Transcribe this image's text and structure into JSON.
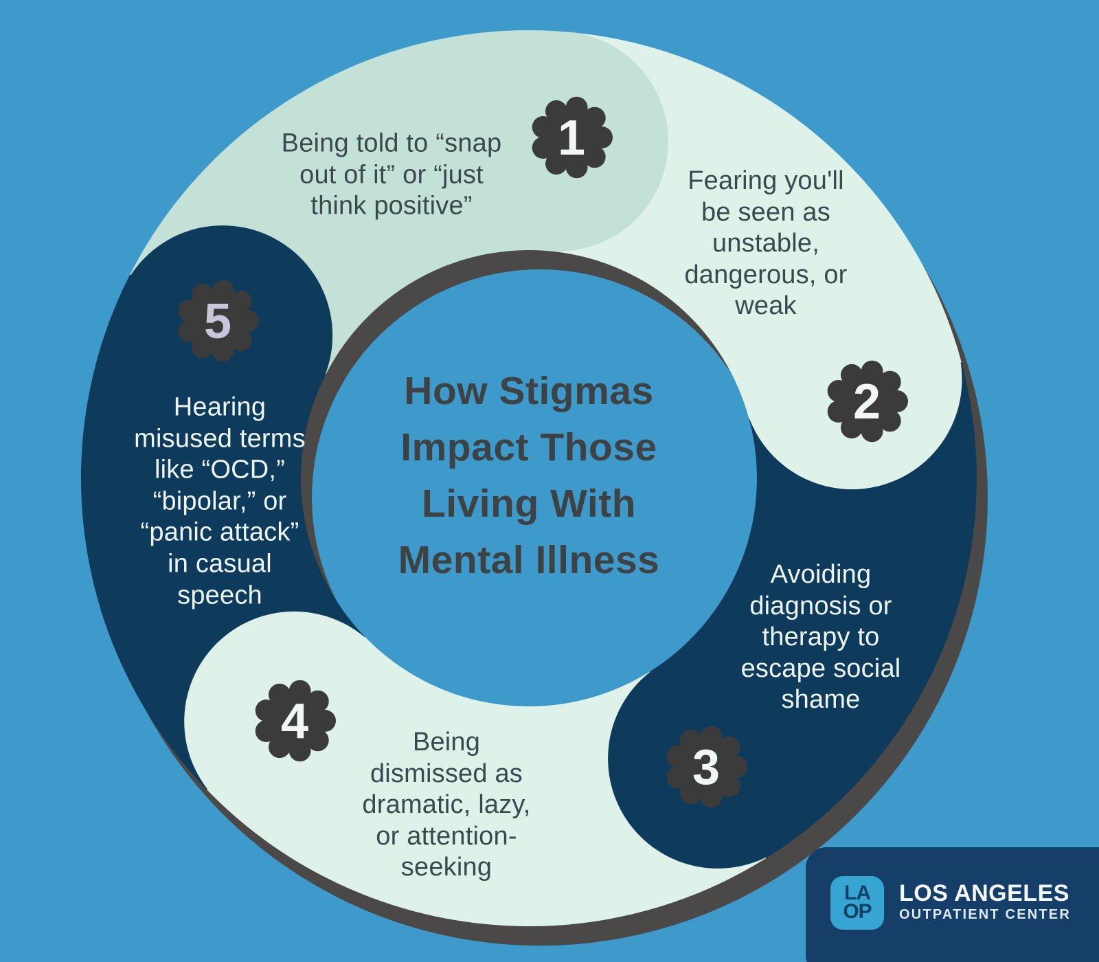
{
  "title": {
    "text": "How Stigmas\nImpact Those\nLiving With\nMental Illness"
  },
  "segments": [
    {
      "number": "1",
      "label": "Being told to “snap\nout of it” or “just\nthink positive”"
    },
    {
      "number": "2",
      "label": "Fearing you'll\nbe seen as\nunstable,\ndangerous, or\nweak"
    },
    {
      "number": "3",
      "label": "Avoiding\ndiagnosis or\ntherapy to\nescape social\nshame"
    },
    {
      "number": "4",
      "label": "Being\ndismissed as\ndramatic, lazy,\nor attention-\nseeking"
    },
    {
      "number": "5",
      "label": "Hearing\nmisused terms\nlike “OCD,”\n“bipolar,” or\n“panic attack”\nin casual\nspeech"
    }
  ],
  "logo": {
    "monogram_line1": "LA",
    "monogram_line2": "OP",
    "brand_line1": "LOS ANGELES",
    "brand_line2": "OUTPATIENT CENTER"
  },
  "colors": {
    "background": "#3f9acc",
    "mint_medium": "#c3e1d6",
    "mint_light": "#def2ea",
    "navy": "#0e3a5b",
    "ring_shadow": "#4b4948",
    "badge_fill": "#3c3b3b",
    "badge_number_white": "#f2f7f4",
    "badge_number_lavender": "#c9c5da",
    "title_text": "#3d4245",
    "dark_text": "#394a4c",
    "light_text": "#edf5f1",
    "logo_panel": "#153f68",
    "logo_square": "#36a5d1"
  }
}
